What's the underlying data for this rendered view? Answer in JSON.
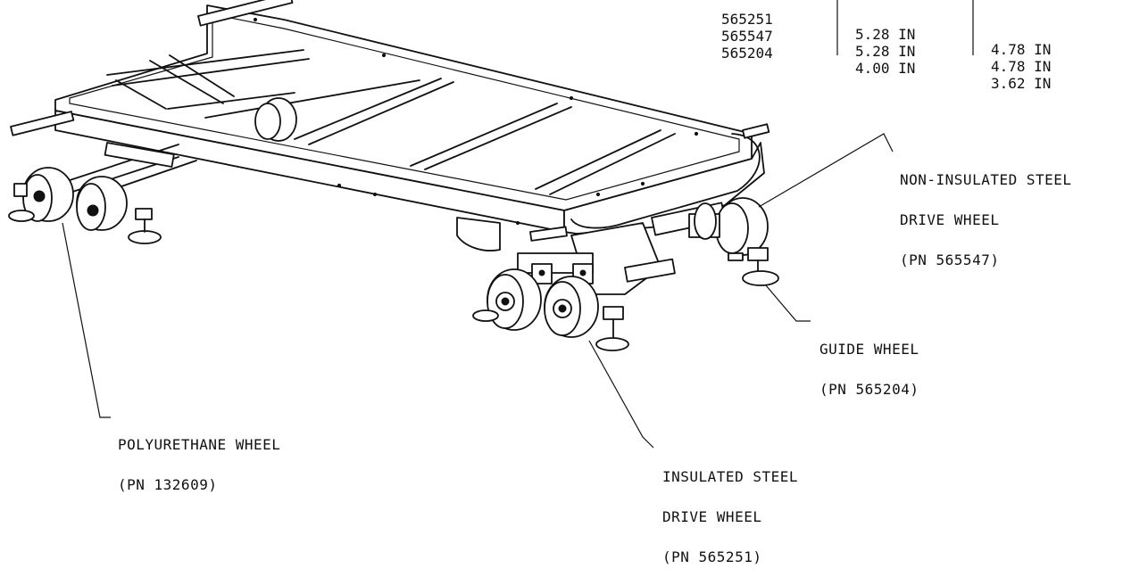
{
  "wheel_table": {
    "rows": [
      {
        "part": "565251",
        "dim1": "5.28 IN",
        "dim2": "4.78 IN"
      },
      {
        "part": "565547",
        "dim1": "5.28 IN",
        "dim2": "4.78 IN"
      },
      {
        "part": "565204",
        "dim1": "4.00 IN",
        "dim2": "3.62 IN"
      }
    ]
  },
  "callouts": {
    "non_insulated": {
      "line1": "NON-INSULATED STEEL",
      "line2": "DRIVE WHEEL",
      "line3": "(PN 565547)"
    },
    "guide": {
      "line1": "GUIDE WHEEL",
      "line2": "(PN 565204)"
    },
    "polyurethane": {
      "line1": "POLYURETHANE WHEEL",
      "line2": "(PN 132609)"
    },
    "insulated": {
      "line1": "INSULATED STEEL",
      "line2": "DRIVE WHEEL",
      "line3": "(PN 565251)"
    }
  }
}
